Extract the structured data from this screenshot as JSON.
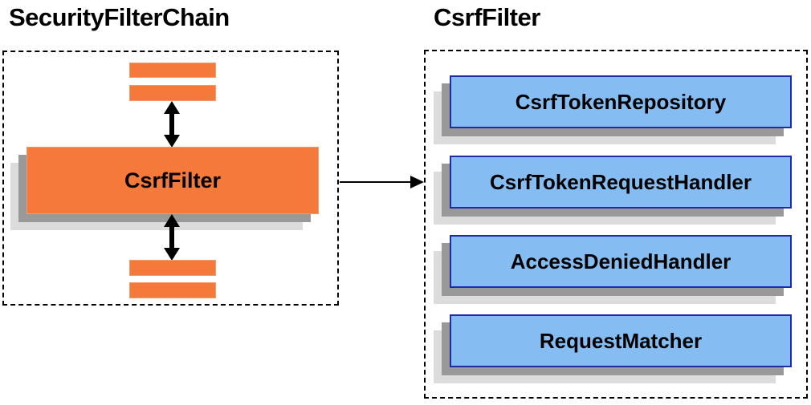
{
  "left_panel": {
    "title": "SecurityFilterChain",
    "node_label": "CsrfFilter"
  },
  "right_panel": {
    "title": "CsrfFilter",
    "components": [
      "CsrfTokenRepository",
      "CsrfTokenRequestHandler",
      "AccessDeniedHandler",
      "RequestMatcher"
    ]
  },
  "colors": {
    "orange": "#F4793B",
    "orange_border": "#F29B6A",
    "blue_fill": "#85BCF2",
    "blue_border": "#1F2DA0",
    "shadow_dark": "#999999",
    "shadow_light": "#DCDCDC",
    "line": "#000000"
  }
}
